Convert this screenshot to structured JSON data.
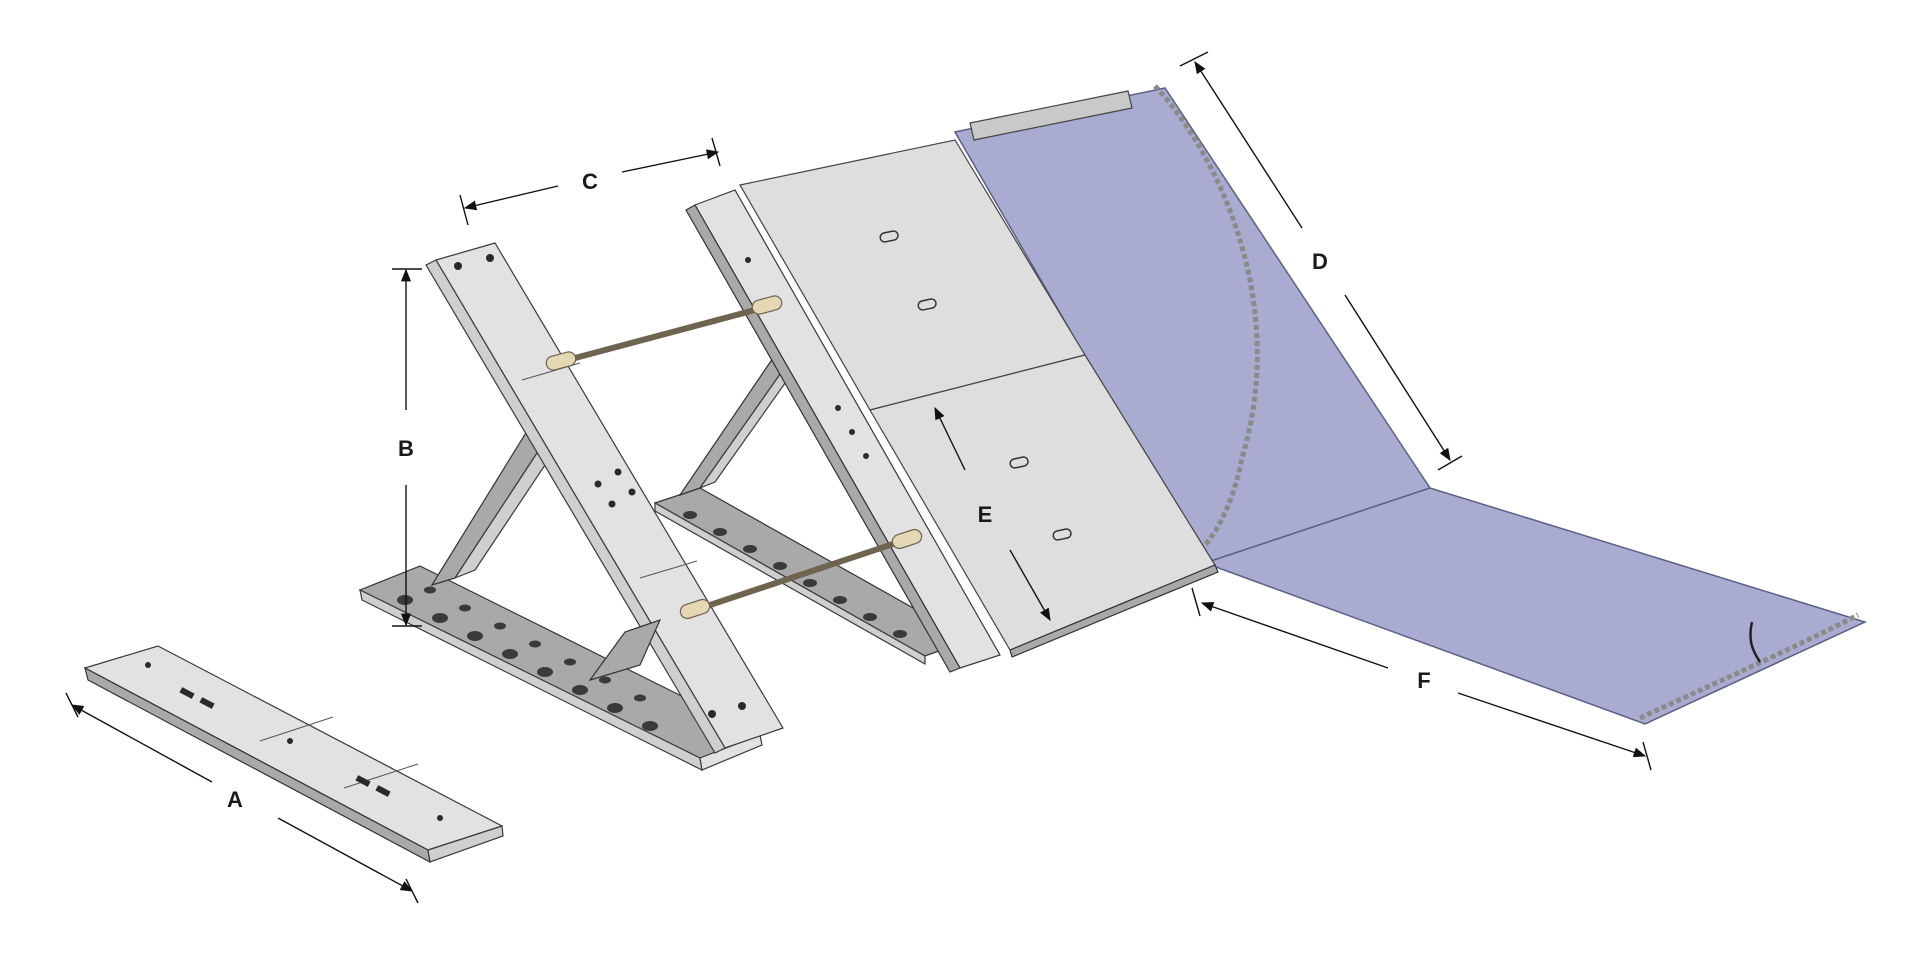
{
  "diagram": {
    "dimension_labels": {
      "A": "A",
      "B": "B",
      "C": "C",
      "D": "D",
      "E": "E",
      "F": "F"
    },
    "colors": {
      "membrane": "#a9acd0",
      "membrane_edge": "#5c5f85",
      "steel": "#cfcfcf",
      "panel": "#dedede",
      "chain": "#8a8a8a",
      "strut_end": "#e4d7b4",
      "background": "#ffffff"
    }
  }
}
